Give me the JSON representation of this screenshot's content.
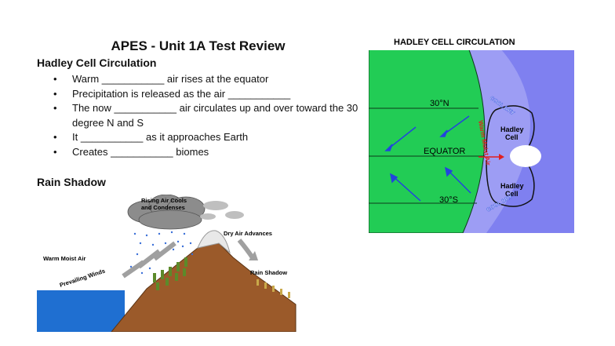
{
  "slide": {
    "title": "APES - Unit 1A Test Review",
    "section1_heading": "Hadley Cell Circulation",
    "bullets": [
      "Warm ___________ air rises at the equator",
      "Precipitation is released as the air ___________",
      "The now ___________ air circulates up and over toward the 30 degree N and S",
      "It ___________ as it approaches Earth",
      "Creates ___________ biomes"
    ],
    "bullet_glyph": "•",
    "section2_heading": "Rain Shadow"
  },
  "rain_shadow_figure": {
    "labels": {
      "rising_air_line1": "Rising Air Cools",
      "rising_air_line2": "and Condenses",
      "dry_air": "Dry Air Advances",
      "warm_moist": "Warm Moist Air",
      "prevailing": "Prevailing Winds",
      "rain_shadow": "Rain Shadow"
    },
    "colors": {
      "mountain": "#9b5a2a",
      "ocean": "#1f6fd1",
      "cloud": "#8c8c8c",
      "rain": "#3a6fd8",
      "vegetation": "#5c8a2a"
    }
  },
  "hadley_figure": {
    "labels": {
      "title": "HADLEY CELL CIRCULATION",
      "lat_north": "30°N",
      "equator": "EQUATOR",
      "lat_south": "30°S",
      "cool_dry": "COOL DRY",
      "cell_north_1": "Hadley",
      "cell_north_2": "Cell",
      "cell_south_1": "Hadley",
      "cell_south_2": "Cell",
      "warm_moist_air": "Warm Moist Air"
    },
    "colors": {
      "earth": "#22cc55",
      "atmosphere": "#7f80f0",
      "arrow": "#2244dd",
      "warm_label": "#e01f1f"
    }
  }
}
